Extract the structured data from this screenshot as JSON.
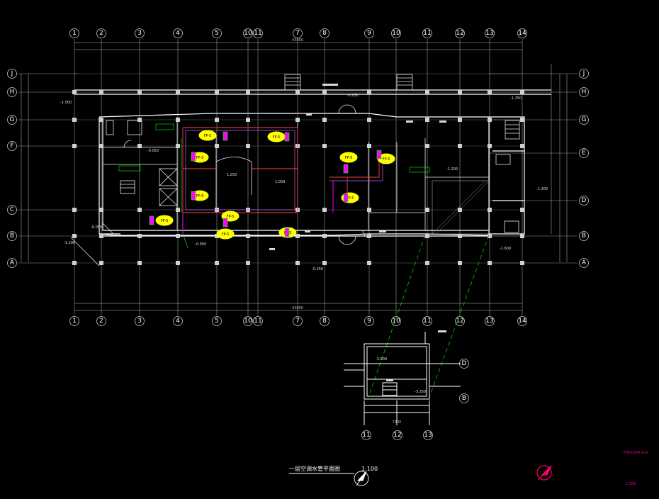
{
  "drawing": {
    "title": "一层空调水管平面图",
    "scale": "1:100",
    "detail_scale": "1:100",
    "detail_note": "-750×300 mm",
    "colors": {
      "background": "#000000",
      "grid": "#b0b0b0",
      "walls": "#ffffff",
      "pipe_supply": "#ff4040",
      "pipe_return": "#c060ff",
      "annotation": "#00ff00",
      "fan_coil": "#ffff00",
      "equipment": "#ff00ff",
      "leader": "#00ff00",
      "north_arrow": "#ff0066"
    }
  },
  "grid": {
    "top_axes": [
      "1",
      "2",
      "3",
      "4",
      "5",
      "10",
      "11",
      "7",
      "8",
      "9",
      "10",
      "11",
      "12",
      "13",
      "14"
    ],
    "bottom_axes": [
      "1",
      "2",
      "3",
      "4",
      "5",
      "10",
      "11",
      "7",
      "8",
      "9",
      "10",
      "11",
      "12",
      "13",
      "14"
    ],
    "left_rows": [
      "J",
      "H",
      "G",
      "F",
      "C",
      "B",
      "A"
    ],
    "right_rows": [
      "J",
      "H",
      "G",
      "E",
      "D",
      "B",
      "A"
    ],
    "detail_bottom_axes": [
      "11",
      "12",
      "13"
    ],
    "detail_right_rows": [
      "D",
      "B"
    ]
  },
  "dimensions": {
    "top_total": "43800",
    "bottom_total": "43800",
    "detail_width": "7200"
  },
  "elevations": {
    "e1": "-1.500",
    "e2": "-0.050",
    "e3": "-1.250",
    "e4": "-0.050",
    "e5": "-1.200",
    "e6": "-1.200",
    "e7": "-0.050",
    "e8": "-0.050",
    "e9": "-1.200",
    "e10": "-1.600",
    "e11": "-0.250",
    "e12": "-3.500",
    "e13": "-3.250",
    "e14": "1.250",
    "e15": "1.050"
  },
  "legend": {
    "fan_coil_label": "FP-5"
  }
}
